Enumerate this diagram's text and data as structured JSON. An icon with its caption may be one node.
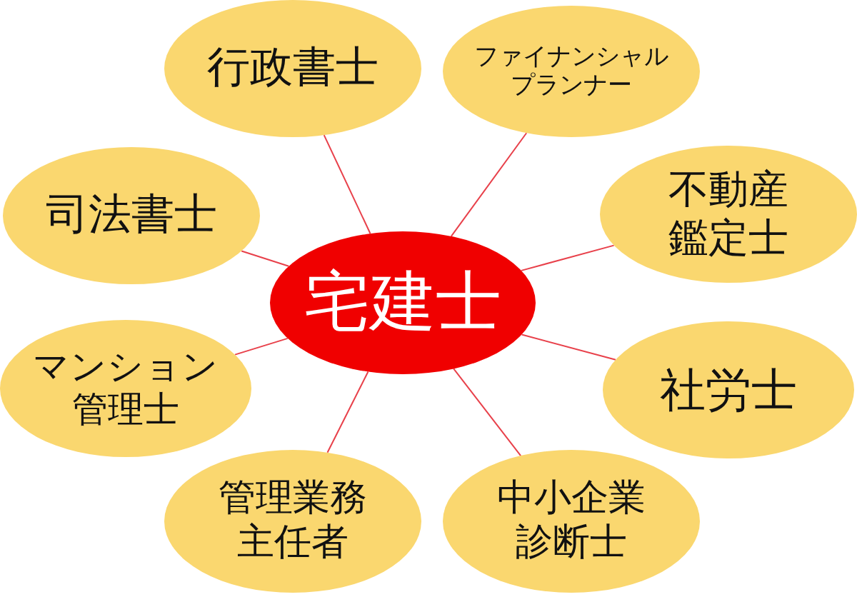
{
  "diagram": {
    "nodes": [
      {
        "text": [
          "行政書士"
        ]
      },
      {
        "text": [
          "ファイナンシャルプランナー"
        ]
      },
      {
        "text": [
          "司法書士"
        ]
      },
      {
        "text": [
          "不動産鑑定士"
        ]
      },
      {
        "text": [
          "宅建士"
        ]
      },
      {
        "text": [
          "マンション管理士"
        ]
      },
      {
        "text": [
          "社労士"
        ]
      },
      {
        "text": [
          "管理業務主任者"
        ]
      },
      {
        "text": [
          "中小企業診断士"
        ]
      }
    ],
    "edges": [
      {
        "from": 4,
        "to": 0,
        "arrow": "none"
      },
      {
        "from": 4,
        "to": 1,
        "arrow": "none"
      },
      {
        "from": 4,
        "to": 2,
        "arrow": "none"
      },
      {
        "from": 4,
        "to": 3,
        "arrow": "none"
      },
      {
        "from": 4,
        "to": 5,
        "arrow": "none"
      },
      {
        "from": 4,
        "to": 6,
        "arrow": "none"
      },
      {
        "from": 4,
        "to": 7,
        "arrow": "none"
      },
      {
        "from": 4,
        "to": 8,
        "arrow": "none"
      }
    ]
  }
}
